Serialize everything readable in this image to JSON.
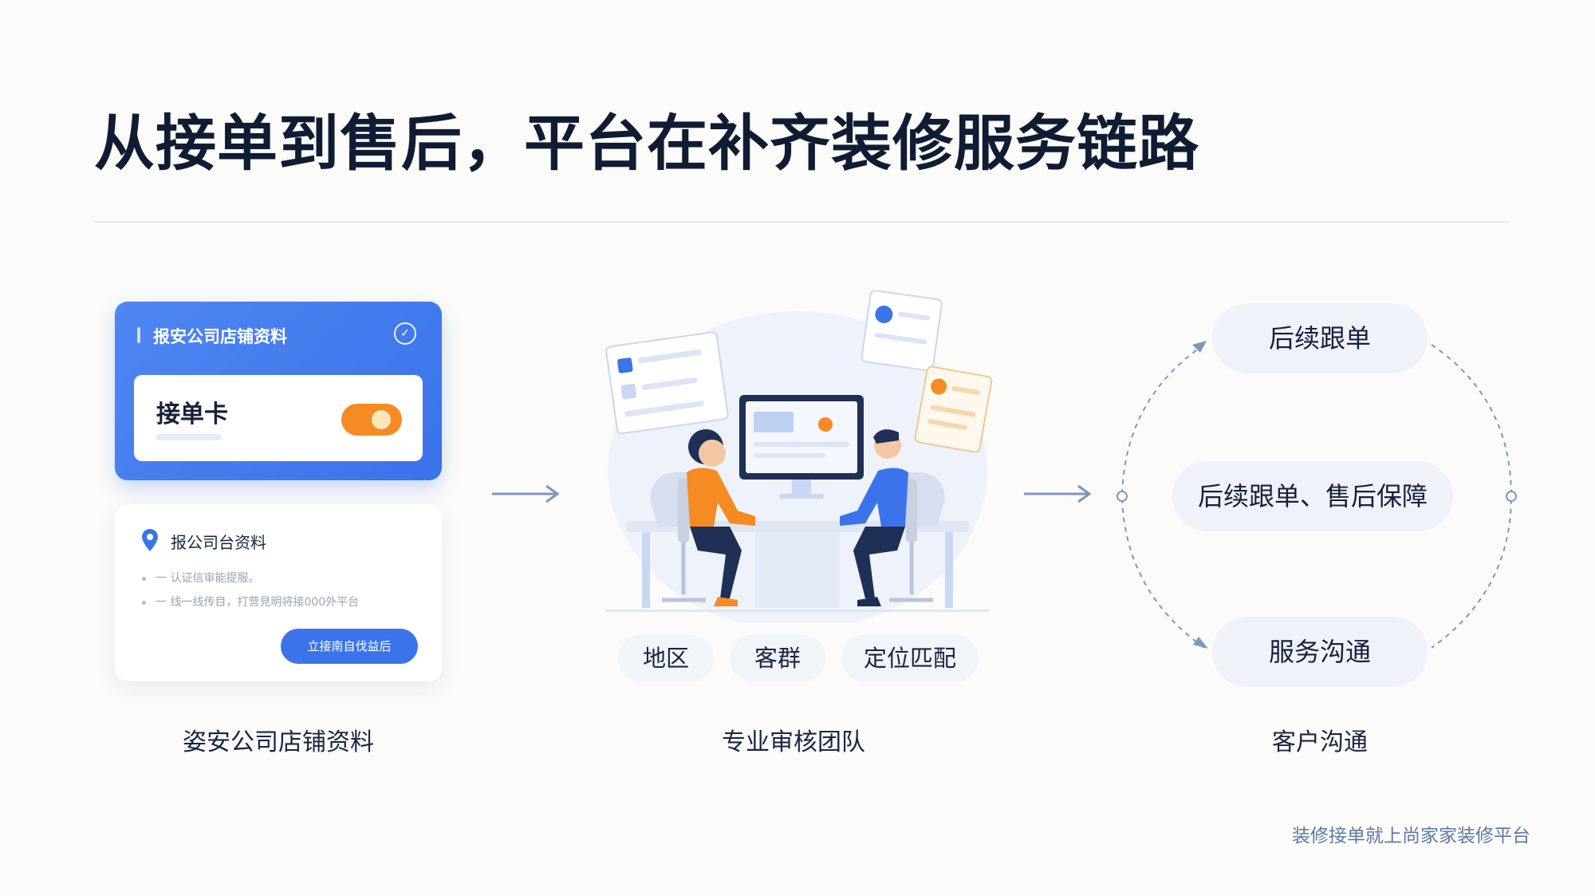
{
  "title": "从接单到售后，平台在补齐装修服务链路",
  "left_panel": {
    "blue_card_title": "报安公司店铺资料",
    "order_card_title": "接单卡",
    "white_card_title": "报公司台资料",
    "bullets": [
      "一 认证信审能提服。",
      "一 线一线传目，打营見明将接000外平台"
    ],
    "cta_label": "立接南自伐益后",
    "caption": "姿安公司店铺资料"
  },
  "middle_panel": {
    "tags": [
      "地区",
      "客群",
      "定位匹配"
    ],
    "caption": "专业审核团队"
  },
  "right_panel": {
    "pills": [
      "后续跟单",
      "后续跟单、售后保障",
      "服务沟通"
    ],
    "caption": "客户沟通"
  },
  "footer": "装修接单就上尚家家装修平台",
  "colors": {
    "accent_blue": "#3b74ea",
    "accent_orange": "#f58b22",
    "title_dark": "#101c33",
    "flow_line": "#7f97c0"
  }
}
